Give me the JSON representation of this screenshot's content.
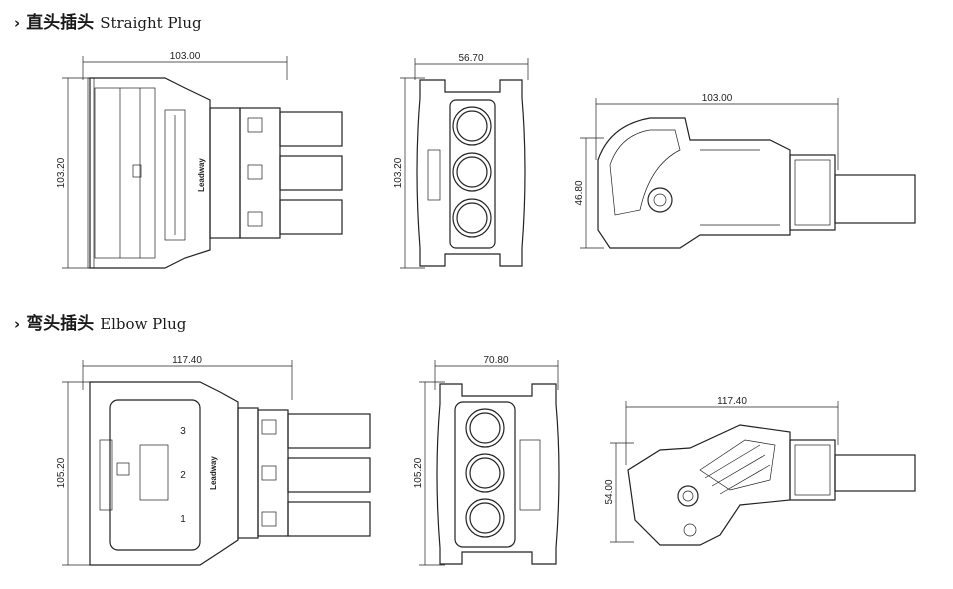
{
  "sections": {
    "straight": {
      "chevron": "›",
      "title_cn": "直头插头",
      "title_en": "Straight Plug",
      "top_dim": "103.00",
      "top_height": "103.20",
      "front_width": "56.70",
      "front_height": "103.20",
      "side_width": "103.00",
      "side_height": "46.80",
      "logo": "Leadway"
    },
    "elbow": {
      "chevron": "›",
      "title_cn": "弯头插头",
      "title_en": "Elbow Plug",
      "top_dim": "117.40",
      "top_height": "105.20",
      "front_width": "70.80",
      "front_height": "105.20",
      "side_width": "117.40",
      "side_height": "54.00",
      "logo": "Leadway",
      "pin_labels": [
        "1",
        "2",
        "3"
      ]
    }
  }
}
